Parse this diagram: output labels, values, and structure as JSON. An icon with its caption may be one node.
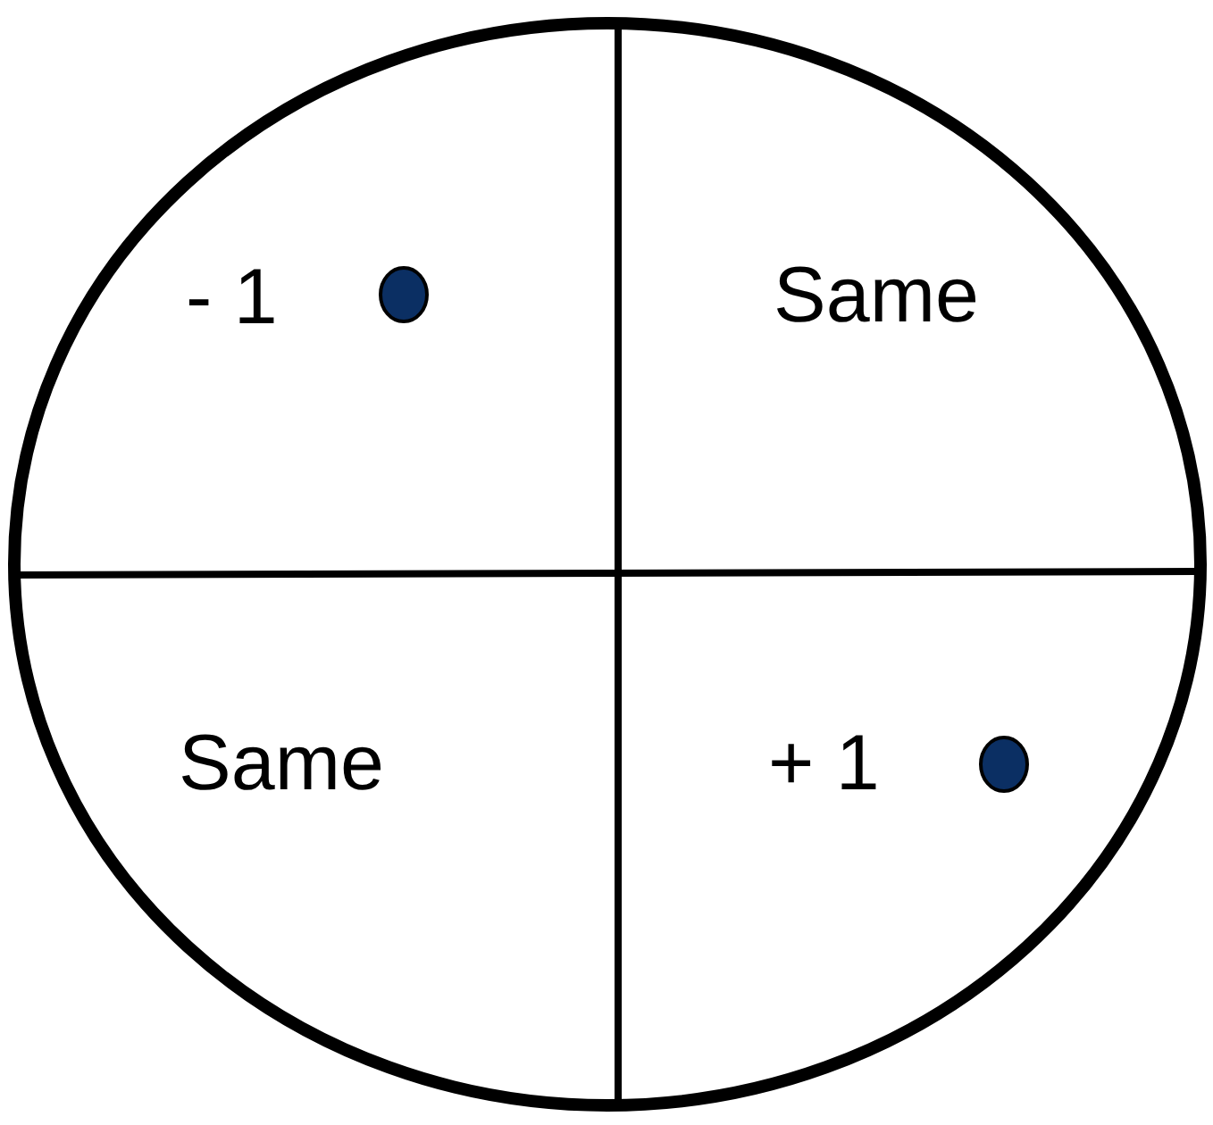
{
  "diagram": {
    "labels": [
      "- 1",
      "Same",
      "Same",
      "+ 1"
    ]
  }
}
